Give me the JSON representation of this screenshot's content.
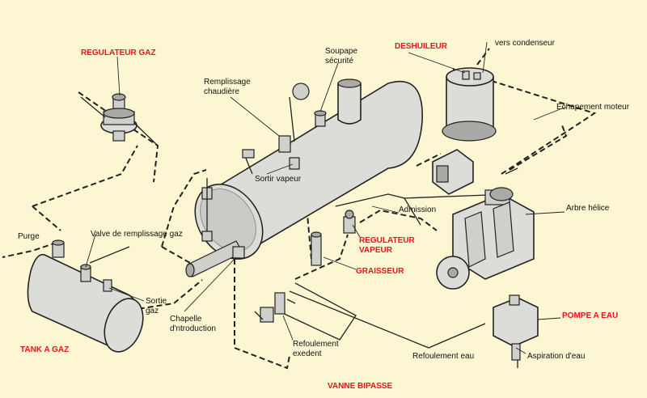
{
  "labels": {
    "regulateur_gaz": "REGULATEUR GAZ",
    "remplissage_chaudiere_1": "Remplissage",
    "remplissage_chaudiere_2": "chaudière",
    "soupape_1": "Soupape",
    "soupape_2": "sécurité",
    "deshuileur": "DESHUILEUR",
    "vers_condenseur": "vers condenseur",
    "echappement_moteur": "Echapement moteur",
    "sortir_vapeur": "Sortir vapeur",
    "admission": "Admission",
    "arbre_helice": "Arbre hélice",
    "purge": "Purge",
    "valve_remplissage_gaz": "Valve de remplissage gaz",
    "regulateur_vapeur_1": "REGULATEUR",
    "regulateur_vapeur_2": "VAPEUR",
    "graisseur": "GRAISSEUR",
    "sortie_gaz_1": "Sortie",
    "sortie_gaz_2": "gaz",
    "chapelle_1": "Chapelle",
    "chapelle_2": "d'ntroduction",
    "pompe_a_eau": "POMPE A EAU",
    "tank_a_gaz": "TANK A GAZ",
    "refoulement_excedent_1": "Refoulement",
    "refoulement_excedent_2": "exedent",
    "refoulement_eau": "Refoulement eau",
    "aspiration_eau": "Aspiration d'eau",
    "vanne_bipasse": "VANNE BIPASSE"
  },
  "colors": {
    "background": "#fcf7d2",
    "highlight_label": "#e8141b",
    "metal_body": "#dcdcd9",
    "line": "#222222"
  }
}
